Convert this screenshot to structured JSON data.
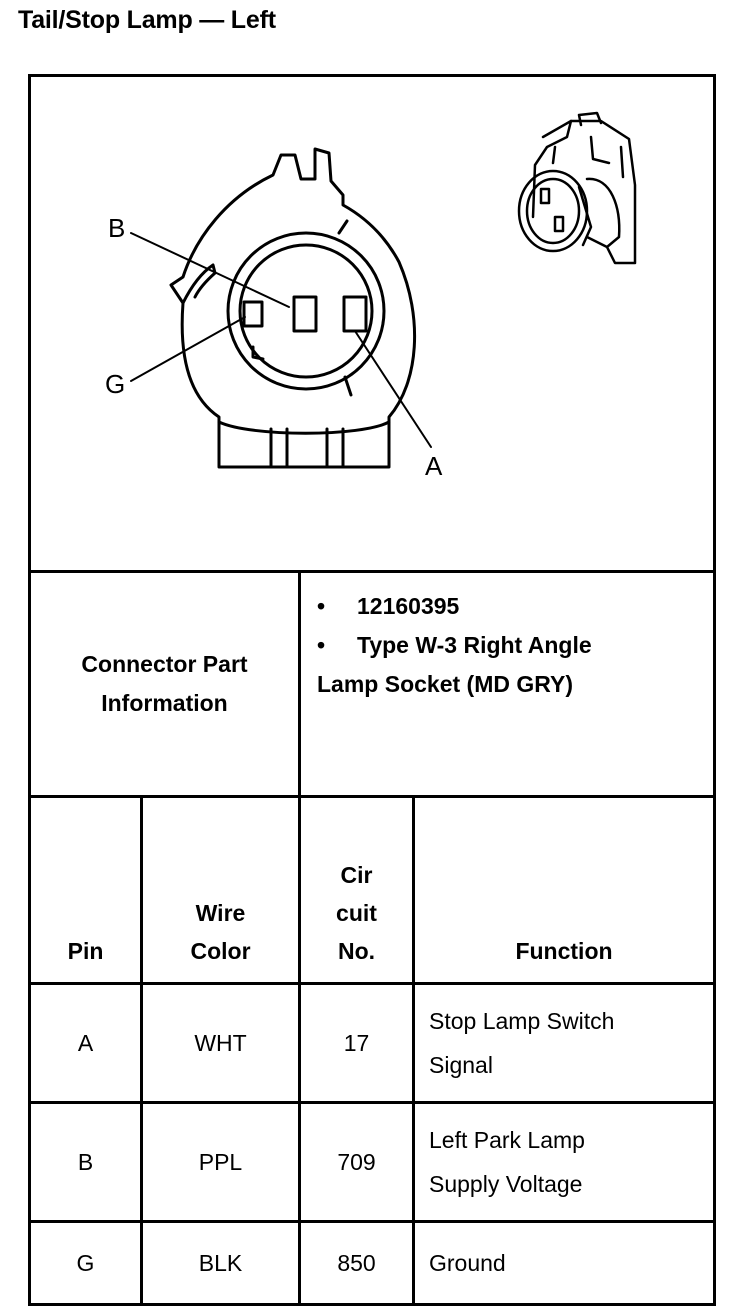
{
  "page": {
    "title": "Tail/Stop Lamp — Left"
  },
  "diagram": {
    "pin_labels": {
      "a": "A",
      "b": "B",
      "g": "G"
    }
  },
  "connector_info": {
    "label_line1": "Connector Part",
    "label_line2": "Information",
    "part_number": "12160395",
    "description_line1": "Type W-3 Right Angle",
    "description_line2": "Lamp Socket (MD GRY)"
  },
  "table": {
    "headers": {
      "pin": "Pin",
      "wire_color_line1": "Wire",
      "wire_color_line2": "Color",
      "circuit_line1": "Cir",
      "circuit_line2": "cuit",
      "circuit_line3": "No.",
      "function": "Function"
    },
    "rows": [
      {
        "pin": "A",
        "wire_color": "WHT",
        "circuit": "17",
        "function_line1": "Stop Lamp Switch",
        "function_line2": "Signal"
      },
      {
        "pin": "B",
        "wire_color": "PPL",
        "circuit": "709",
        "function_line1": "Left Park Lamp",
        "function_line2": "Supply Voltage"
      },
      {
        "pin": "G",
        "wire_color": "BLK",
        "circuit": "850",
        "function_line1": "Ground",
        "function_line2": ""
      }
    ]
  }
}
